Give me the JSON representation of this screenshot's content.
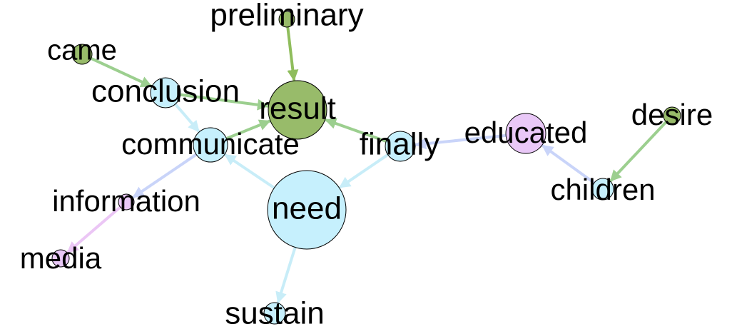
{
  "colors": {
    "green": "#98bb6a",
    "light_blue": "#c6f0fd",
    "lavender": "#e9c8f7",
    "edge_green": "#9ccf8f",
    "edge_green_bright": "#8fbd5c",
    "edge_blue": "#c8edf8",
    "edge_periwinkle": "#c9d4f9",
    "edge_lavender_pink": "#ebc6f5"
  },
  "nodes": [
    {
      "id": "preliminary",
      "label": "preliminary",
      "color": "green",
      "importance": "small"
    },
    {
      "id": "came",
      "label": "came",
      "color": "green",
      "importance": "small"
    },
    {
      "id": "conclusion",
      "label": "conclusion",
      "color": "light_blue",
      "importance": "medium"
    },
    {
      "id": "result",
      "label": "result",
      "color": "green",
      "importance": "large"
    },
    {
      "id": "communicate",
      "label": "communicate",
      "color": "light_blue",
      "importance": "medium"
    },
    {
      "id": "finally",
      "label": "finally",
      "color": "light_blue",
      "importance": "medium"
    },
    {
      "id": "educated",
      "label": "educated",
      "color": "lavender",
      "importance": "large"
    },
    {
      "id": "desire",
      "label": "desire",
      "color": "green",
      "importance": "small"
    },
    {
      "id": "children",
      "label": "children",
      "color": "light_blue",
      "importance": "small"
    },
    {
      "id": "information",
      "label": "information",
      "color": "lavender",
      "importance": "small"
    },
    {
      "id": "need",
      "label": "need",
      "color": "light_blue",
      "importance": "largest"
    },
    {
      "id": "media",
      "label": "media",
      "color": "lavender",
      "importance": "small"
    },
    {
      "id": "sustain",
      "label": "sustain",
      "color": "light_blue",
      "importance": "small"
    }
  ],
  "edges": [
    {
      "from": "preliminary",
      "to": "result",
      "color": "edge_green_bright"
    },
    {
      "from": "came",
      "to": "conclusion",
      "color": "edge_green"
    },
    {
      "from": "conclusion",
      "to": "result",
      "color": "edge_green"
    },
    {
      "from": "conclusion",
      "to": "communicate",
      "color": "edge_blue"
    },
    {
      "from": "communicate",
      "to": "result",
      "color": "edge_green"
    },
    {
      "from": "communicate",
      "to": "information",
      "color": "edge_periwinkle"
    },
    {
      "from": "finally",
      "to": "result",
      "color": "edge_green"
    },
    {
      "from": "finally",
      "to": "need",
      "color": "edge_blue"
    },
    {
      "from": "educated",
      "to": "finally",
      "color": "edge_periwinkle"
    },
    {
      "from": "need",
      "to": "communicate",
      "color": "edge_blue"
    },
    {
      "from": "need",
      "to": "sustain",
      "color": "edge_blue"
    },
    {
      "from": "desire",
      "to": "children",
      "color": "edge_green"
    },
    {
      "from": "children",
      "to": "educated",
      "color": "edge_periwinkle"
    },
    {
      "from": "information",
      "to": "media",
      "color": "edge_lavender_pink"
    }
  ]
}
